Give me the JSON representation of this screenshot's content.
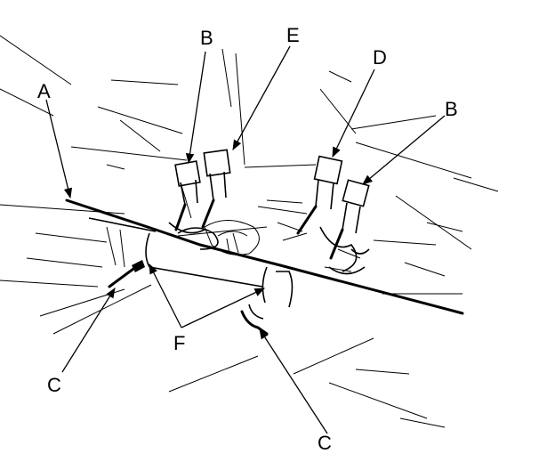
{
  "labels": {
    "a": "A",
    "b_left": "B",
    "b_right": "B",
    "c_left": "C",
    "c_right": "C",
    "d": "D",
    "e": "E",
    "f": "F"
  }
}
